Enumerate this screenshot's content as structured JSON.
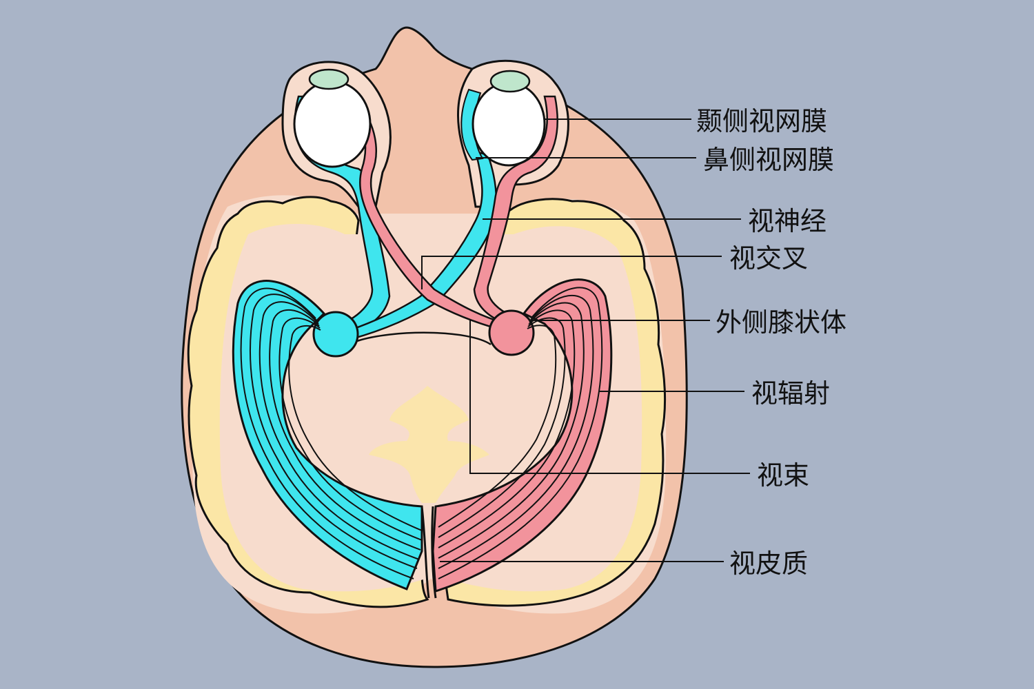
{
  "colors": {
    "background": "#a9b4c7",
    "head_skin": "#f2c2aa",
    "head_inner": "#f7dccd",
    "cortex_yellow": "#fbe6a6",
    "left_pathway_cyan": "#3fe5ee",
    "right_pathway_pink": "#f2939c",
    "lens_green": "#bfe6cc",
    "outline": "#111111"
  },
  "labels": {
    "temporal_retina": "颞侧视网膜",
    "nasal_retina": "鼻侧视网膜",
    "optic_nerve": "视神经",
    "optic_chiasm": "视交叉",
    "lateral_geniculate_body": "外侧膝状体",
    "optic_radiation": "视辐射",
    "optic_tract": "视束",
    "visual_cortex": "视皮质"
  }
}
